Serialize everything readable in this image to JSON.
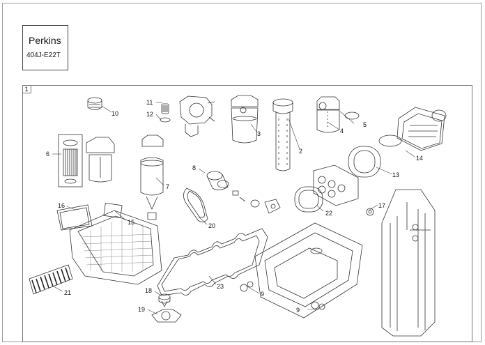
{
  "title_box": {
    "brand": "Perkins",
    "model": "404J-E22T"
  },
  "frame_number": "1",
  "callouts": {
    "c1": "10",
    "c2": "11",
    "c3": "12",
    "c4": "3",
    "c5": "2",
    "c6": "4",
    "c7": "5",
    "c8": "6",
    "c9": "7",
    "c10": "8",
    "c11": "14",
    "c12": "13",
    "c13": "22",
    "c14": "17",
    "c15": "16",
    "c16": "15",
    "c17": "20",
    "c18": "23",
    "c19": "21",
    "c20": "9",
    "c21": "18",
    "c22": "19",
    "c23": "9"
  }
}
